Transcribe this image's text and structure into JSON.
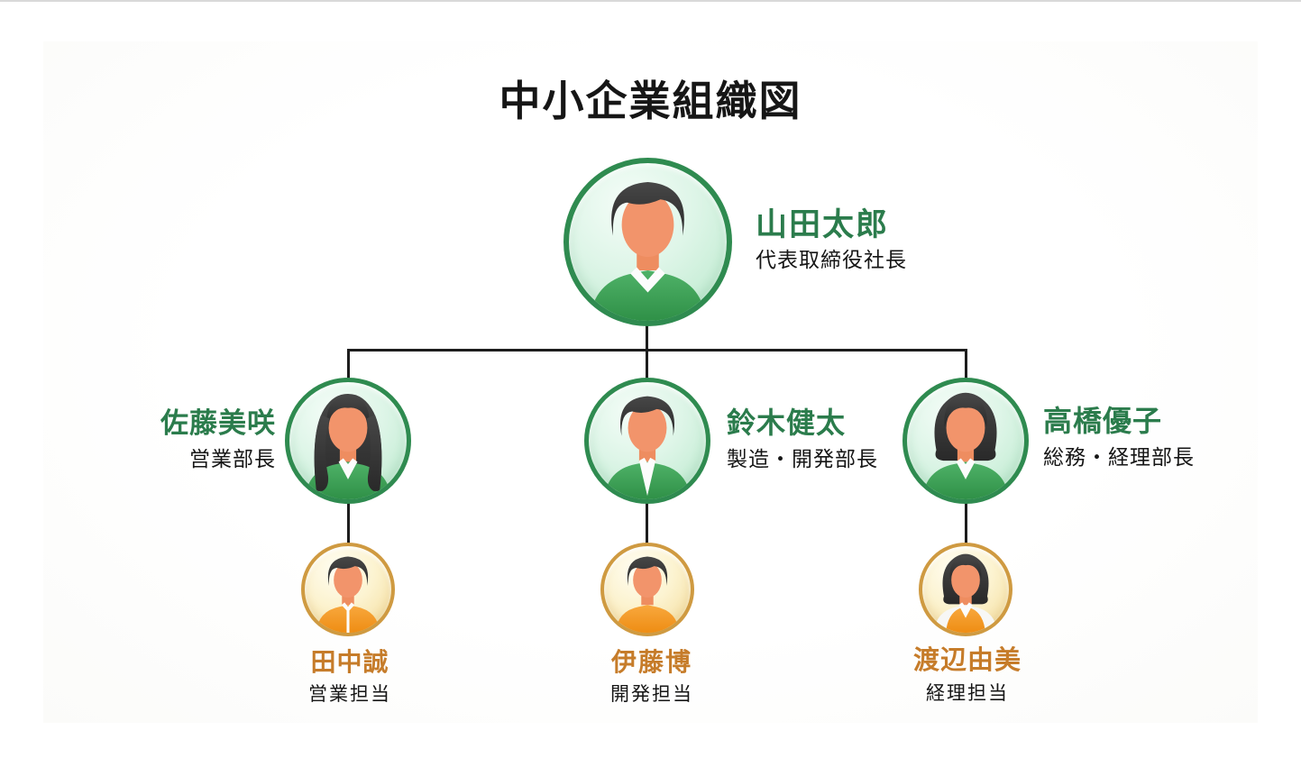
{
  "title": "中小企業組織図",
  "people": {
    "ceo": {
      "name": "山田太郎",
      "title": "代表取締役社長"
    },
    "sales_manager": {
      "name": "佐藤美咲",
      "title": "営業部長"
    },
    "mfg_manager": {
      "name": "鈴木健太",
      "title": "製造・開発部長"
    },
    "admin_manager": {
      "name": "高橋優子",
      "title": "総務・経理部長"
    },
    "sales_staff": {
      "name": "田中誠",
      "title": "営業担当"
    },
    "dev_staff": {
      "name": "伊藤博",
      "title": "開発担当"
    },
    "accounting_staff": {
      "name": "渡辺由美",
      "title": "経理担当"
    }
  },
  "colors": {
    "manager_name": "#2b7c4c",
    "staff_name": "#c67c2a",
    "text": "#161616",
    "green_circle_border": "#2f8b50",
    "orange_circle_border": "#cf9a41",
    "connector": "#1d1d1d"
  }
}
